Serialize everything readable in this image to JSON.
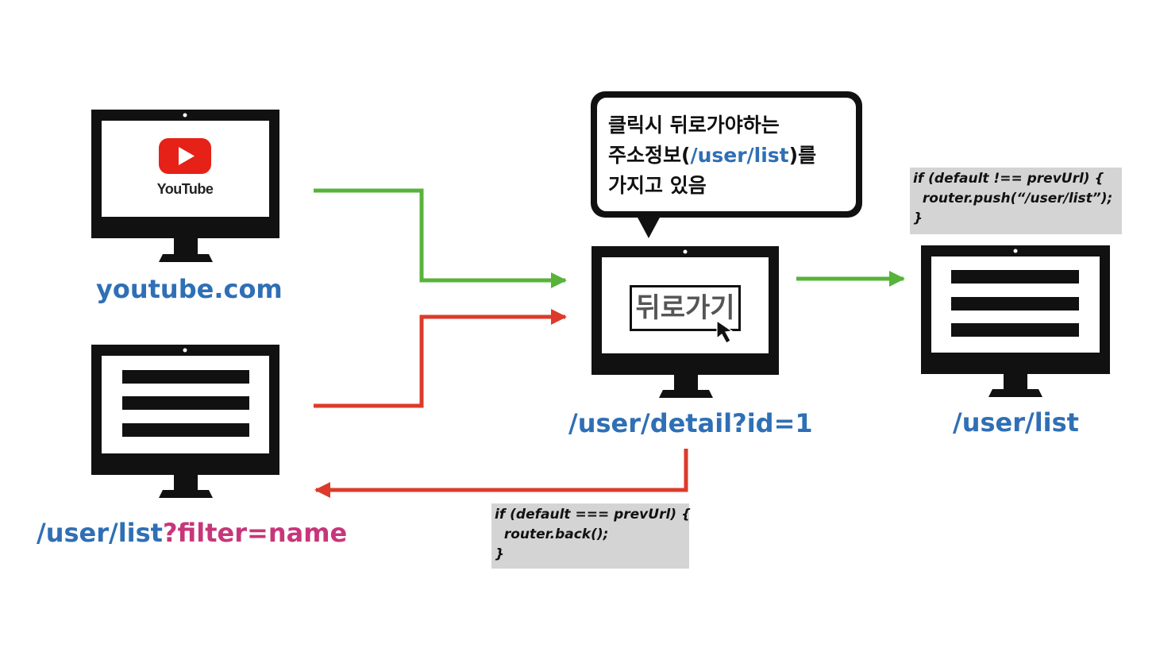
{
  "youtube_node": {
    "label": "youtube.com",
    "logo_text": "YouTube"
  },
  "list_filter_node": {
    "label_path": "/user/list",
    "label_query": "?filter=name"
  },
  "detail_node": {
    "label": "/user/detail?id=1",
    "button_text": "뒤로가기"
  },
  "list_node": {
    "label": "/user/list"
  },
  "bubble": {
    "line1": "클릭시 뒤로가야하는",
    "line2_pre": "주소정보(",
    "line2_link": "/user/list",
    "line2_post": ")를",
    "line3": "가지고 있음"
  },
  "code_push": {
    "line1": "if (default !== prevUrl) {",
    "line2": "  router.push(“/user/list”);",
    "line3": "}"
  },
  "code_back": {
    "line1": "if (default === prevUrl) {",
    "line2": "  router.back();",
    "line3": "}"
  },
  "colors": {
    "green_arrow": "#57b33b",
    "red_arrow": "#dc3b2b",
    "label_blue": "#2f6fb5",
    "query_magenta": "#c7367a",
    "code_bg": "#d4d4d4",
    "youtube_red": "#e62117"
  }
}
